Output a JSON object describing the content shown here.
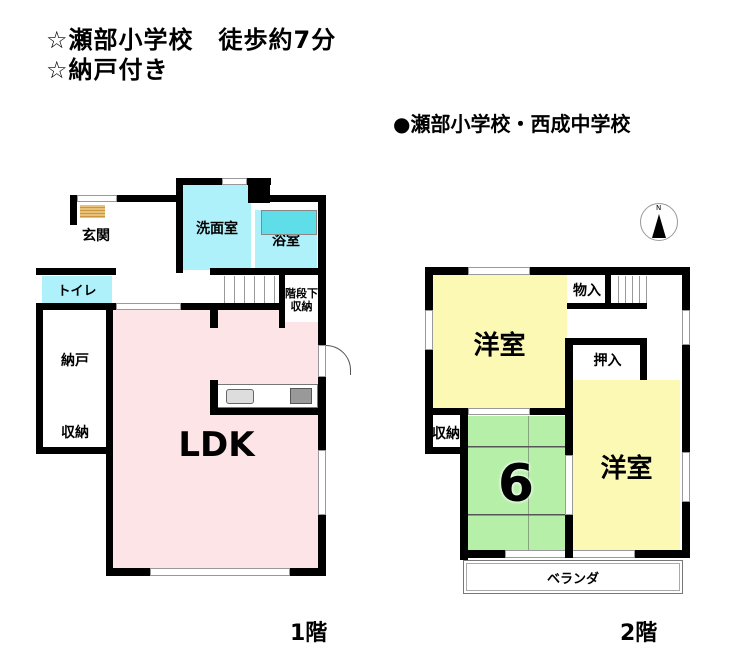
{
  "header": {
    "line1": "☆瀬部小学校　徒歩約7分",
    "line2": "☆納戸付き",
    "schools": "●瀬部小学校・西成中学校"
  },
  "floor1": {
    "label": "1階",
    "rooms": {
      "entrance": "玄関",
      "washroom": "洗面室",
      "bath": "浴室",
      "toilet": "トイレ",
      "under_stair": "階段下\n収納",
      "storeroom": "納戸",
      "closet": "収納",
      "ldk": "LDK"
    }
  },
  "floor2": {
    "label": "2階",
    "rooms": {
      "western1": "洋室",
      "storage": "物入",
      "oshiire": "押入",
      "closet": "収納",
      "tatami": "6",
      "western2": "洋室",
      "veranda": "ベランダ"
    }
  },
  "compass": {
    "north": "N"
  },
  "colors": {
    "ldk": "#fde4e6",
    "wet": "#aef1fa",
    "western": "#fbf9b4",
    "tatami": "#b6f0a8",
    "wall": "#000000"
  }
}
